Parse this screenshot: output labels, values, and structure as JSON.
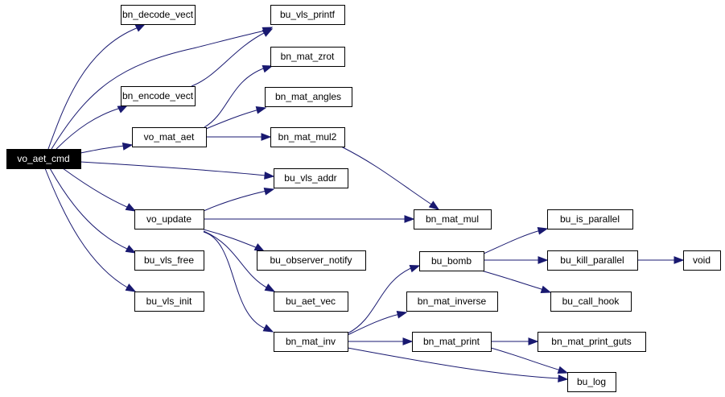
{
  "graph": {
    "edge_color": "#191970",
    "root_fill": "#000000",
    "root_text_color": "#ffffff",
    "nodes": [
      {
        "id": "vo_aet_cmd",
        "label": "vo_aet_cmd",
        "root": true
      },
      {
        "id": "bn_decode_vect",
        "label": "bn_decode_vect"
      },
      {
        "id": "bu_vls_printf",
        "label": "bu_vls_printf"
      },
      {
        "id": "bn_encode_vect",
        "label": "bn_encode_vect"
      },
      {
        "id": "bn_mat_zrot",
        "label": "bn_mat_zrot"
      },
      {
        "id": "bn_mat_angles",
        "label": "bn_mat_angles"
      },
      {
        "id": "vo_mat_aet",
        "label": "vo_mat_aet"
      },
      {
        "id": "bn_mat_mul2",
        "label": "bn_mat_mul2"
      },
      {
        "id": "bu_vls_addr",
        "label": "bu_vls_addr"
      },
      {
        "id": "vo_update",
        "label": "vo_update"
      },
      {
        "id": "bn_mat_mul",
        "label": "bn_mat_mul"
      },
      {
        "id": "bu_is_parallel",
        "label": "bu_is_parallel"
      },
      {
        "id": "bu_vls_free",
        "label": "bu_vls_free"
      },
      {
        "id": "bu_observer_notify",
        "label": "bu_observer_notify"
      },
      {
        "id": "bu_bomb",
        "label": "bu_bomb"
      },
      {
        "id": "bu_kill_parallel",
        "label": "bu_kill_parallel"
      },
      {
        "id": "void",
        "label": "void"
      },
      {
        "id": "bu_vls_init",
        "label": "bu_vls_init"
      },
      {
        "id": "bu_aet_vec",
        "label": "bu_aet_vec"
      },
      {
        "id": "bn_mat_inverse",
        "label": "bn_mat_inverse"
      },
      {
        "id": "bu_call_hook",
        "label": "bu_call_hook"
      },
      {
        "id": "bn_mat_inv",
        "label": "bn_mat_inv"
      },
      {
        "id": "bn_mat_print",
        "label": "bn_mat_print"
      },
      {
        "id": "bn_mat_print_guts",
        "label": "bn_mat_print_guts"
      },
      {
        "id": "bu_log",
        "label": "bu_log"
      }
    ],
    "edges": [
      {
        "from": "vo_aet_cmd",
        "to": "bn_decode_vect"
      },
      {
        "from": "vo_aet_cmd",
        "to": "bu_vls_printf"
      },
      {
        "from": "vo_aet_cmd",
        "to": "bn_encode_vect"
      },
      {
        "from": "vo_aet_cmd",
        "to": "vo_mat_aet"
      },
      {
        "from": "vo_aet_cmd",
        "to": "bu_vls_addr"
      },
      {
        "from": "vo_aet_cmd",
        "to": "vo_update"
      },
      {
        "from": "vo_aet_cmd",
        "to": "bu_vls_free"
      },
      {
        "from": "vo_aet_cmd",
        "to": "bu_vls_init"
      },
      {
        "from": "bn_encode_vect",
        "to": "bu_vls_printf"
      },
      {
        "from": "vo_mat_aet",
        "to": "bn_mat_zrot"
      },
      {
        "from": "vo_mat_aet",
        "to": "bn_mat_angles"
      },
      {
        "from": "vo_mat_aet",
        "to": "bn_mat_mul2"
      },
      {
        "from": "bn_mat_mul2",
        "to": "bn_mat_mul"
      },
      {
        "from": "vo_update",
        "to": "bu_vls_addr"
      },
      {
        "from": "vo_update",
        "to": "bn_mat_mul"
      },
      {
        "from": "vo_update",
        "to": "bu_observer_notify"
      },
      {
        "from": "vo_update",
        "to": "bu_aet_vec"
      },
      {
        "from": "vo_update",
        "to": "bn_mat_inv"
      },
      {
        "from": "bn_mat_inv",
        "to": "bu_bomb"
      },
      {
        "from": "bn_mat_inv",
        "to": "bn_mat_inverse"
      },
      {
        "from": "bn_mat_inv",
        "to": "bn_mat_print"
      },
      {
        "from": "bn_mat_inv",
        "to": "bu_log"
      },
      {
        "from": "bu_bomb",
        "to": "bu_is_parallel"
      },
      {
        "from": "bu_bomb",
        "to": "bu_kill_parallel"
      },
      {
        "from": "bu_bomb",
        "to": "bu_call_hook"
      },
      {
        "from": "bu_kill_parallel",
        "to": "void"
      },
      {
        "from": "bn_mat_print",
        "to": "bn_mat_print_guts"
      },
      {
        "from": "bn_mat_print",
        "to": "bu_log"
      }
    ]
  }
}
